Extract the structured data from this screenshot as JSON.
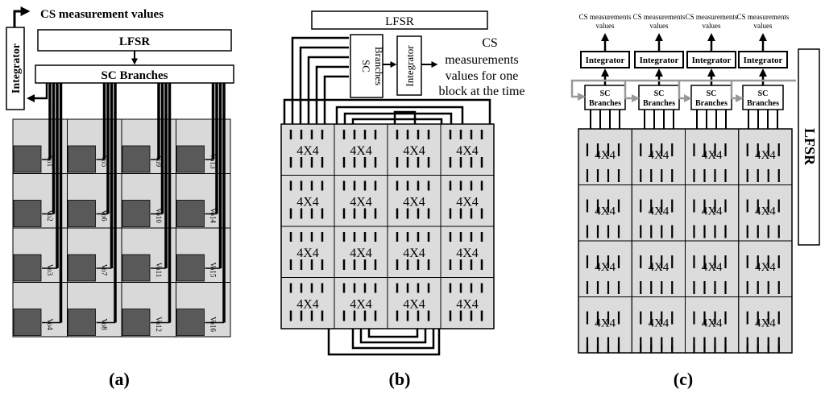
{
  "panel_a": {
    "cs_label": "CS measurement values",
    "integrator_label": "Integrator",
    "lfsr_label": "LFSR",
    "sc_branches_label": "SC Branches",
    "pixel_labels": [
      "Vo1",
      "Vo2",
      "Vo3",
      "Vo4",
      "Vo5",
      "Vo6",
      "Vo7",
      "Vo8",
      "Vo9",
      "Vo10",
      "Vo11",
      "Vo12",
      "Vo13",
      "Vo14",
      "Vo15",
      "Vo16"
    ],
    "caption": "(a)"
  },
  "panel_b": {
    "lfsr_label": "LFSR",
    "sc_line1": "SC",
    "sc_line2": "Branches",
    "integrator_label": "Integrator",
    "cs_lines": [
      "CS",
      "measurements",
      "values for one",
      "block at the time"
    ],
    "block_label": "4X4",
    "caption": "(b)"
  },
  "panel_c": {
    "cs_lines": [
      "CS measurements",
      "values"
    ],
    "integrator_label": "Integrator",
    "sc_line1": "SC",
    "sc_line2": "Branches",
    "lfsr_label": "LFSR",
    "block_label": "4X4",
    "caption": "(c)"
  },
  "colors": {
    "stroke": "#000000",
    "cell_fill": "#d9d9d9",
    "pixel_dark": "#595959",
    "block_fill": "#dcdcdc",
    "gray_arrow": "#999999"
  }
}
